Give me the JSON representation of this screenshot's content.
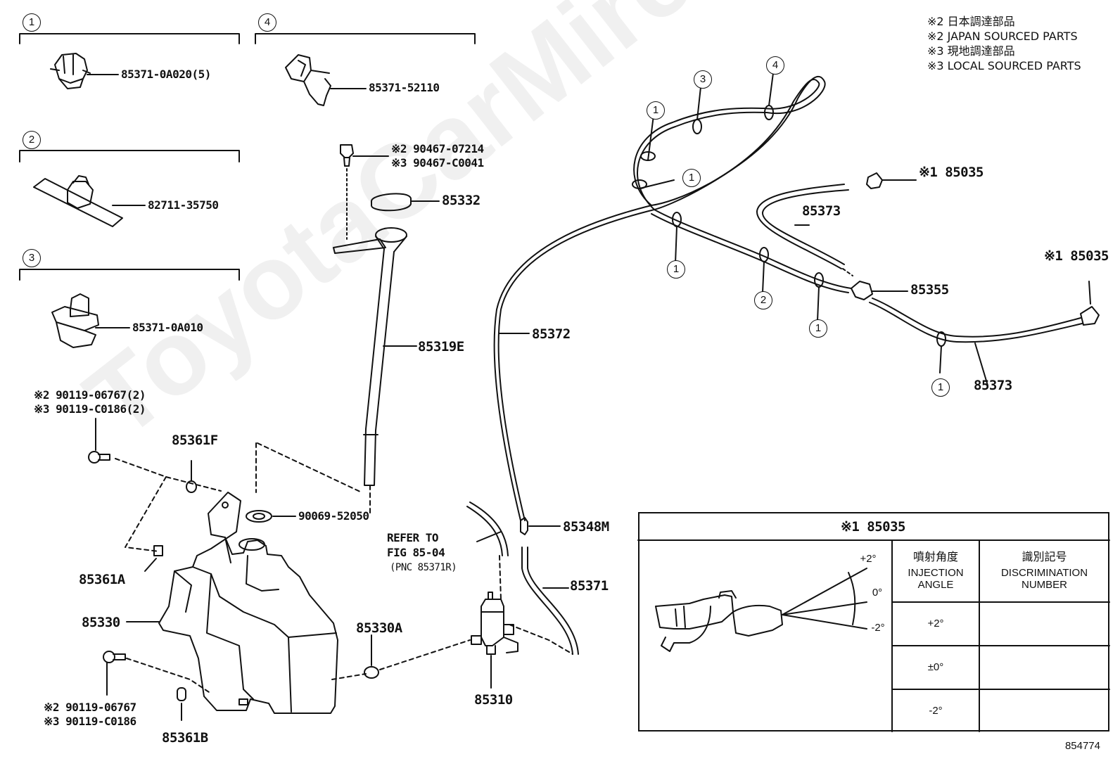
{
  "notes": [
    "※2 日本調達部品",
    "※2 JAPAN SOURCED PARTS",
    "※3 現地調達部品",
    "※3 LOCAL SOURCED PARTS"
  ],
  "watermark": "ToyotaCarMire.ru",
  "figure_number": "854774",
  "sections": [
    {
      "number": "1",
      "part": "85371-0A020(5)"
    },
    {
      "number": "2",
      "part": "82711-35750"
    },
    {
      "number": "3",
      "part": "85371-0A010"
    },
    {
      "number": "4",
      "part": "85371-52110"
    }
  ],
  "parts": {
    "clip_japan": "※2 90467-07214",
    "clip_local": "※3 90467-C0041",
    "cap": "85332",
    "inlet_pipe": "85319E",
    "hose_main": "85372",
    "nozzle_upper": "※1 85035",
    "hose_upper": "85373",
    "nozzle_right": "※1 85035",
    "joint": "85355",
    "hose_lower": "85373",
    "bolt_top_japan": "※2 90119-06767(2)",
    "bolt_top_local": "※3 90119-C0186(2)",
    "grommet_f": "85361F",
    "seal": "90069-52050",
    "refer_line1": "REFER TO",
    "refer_line2": "FIG 85-04",
    "refer_line3": "(PNC 85371R)",
    "connector": "85348M",
    "grommet_a": "85361A",
    "tank": "85330",
    "grommet_tank": "85330A",
    "hose_short": "85371",
    "pump": "85310",
    "bolt_bottom_japan": "※2 90119-06767",
    "bolt_bottom_local": "※3 90119-C0186",
    "grommet_b": "85361B"
  },
  "table": {
    "title": "※1 85035",
    "col1_jp": "噴射角度",
    "col1_en1": "INJECTION",
    "col1_en2": "ANGLE",
    "col2_jp": "識別記号",
    "col2_en1": "DISCRIMINATION",
    "col2_en2": "NUMBER",
    "rows": [
      "+2°",
      "±0°",
      "-2°"
    ],
    "angle_top": "+2°",
    "angle_mid": "0°",
    "angle_bot": "-2°"
  }
}
